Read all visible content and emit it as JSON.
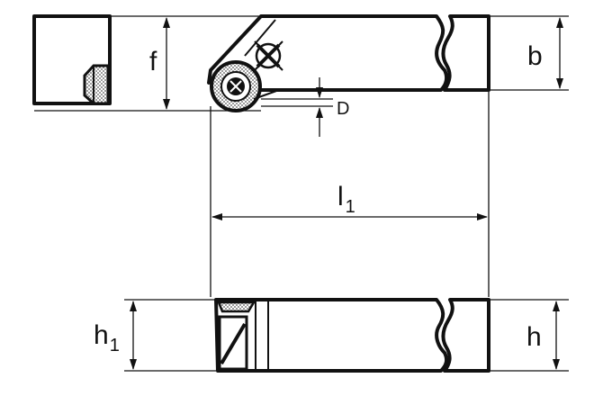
{
  "labels": {
    "f": "f",
    "b": "b",
    "d": "D",
    "l1_main": "l",
    "l1_sub": "1",
    "h1_main": "h",
    "h1_sub": "1",
    "h": "h"
  },
  "colors": {
    "line": "#111111",
    "background": "#ffffff",
    "hatch": "#8a8a8a"
  }
}
